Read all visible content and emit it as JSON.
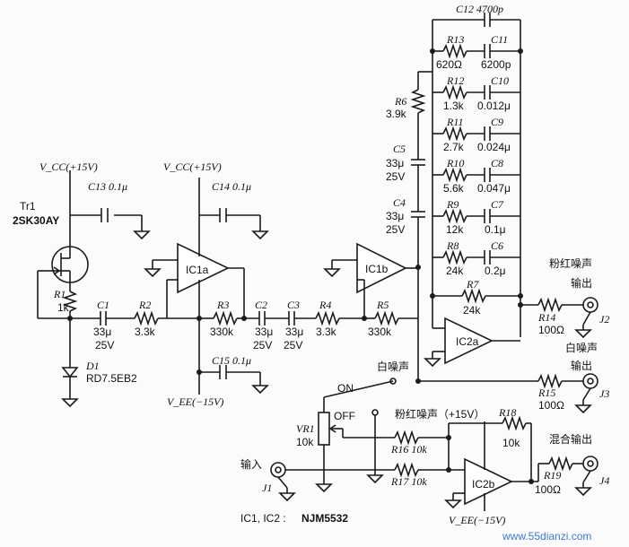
{
  "labels": {
    "vcc1": "V_CC(+15V)",
    "vcc2": "V_CC(+15V)",
    "vee": "V_EE(−15V)",
    "vee2": "V_EE(−15V)",
    "tr1": "Tr1",
    "tr1_part": "2SK30AY",
    "r1": "R1",
    "r1_val": "1k",
    "c1": "C1",
    "c1_val1": "33μ",
    "c1_val2": "25V",
    "r2": "R2",
    "r2_val": "3.3k",
    "r3": "R3",
    "r3_val": "330k",
    "c2": "C2",
    "c2_val1": "33μ",
    "c2_val2": "25V",
    "c3": "C3",
    "c3_val1": "33μ",
    "c3_val2": "25V",
    "r4": "R4",
    "r4_val": "3.3k",
    "r5": "R5",
    "r5_val": "330k",
    "d1": "D1",
    "d1_part": "RD7.5EB2",
    "c13": "C13 0.1μ",
    "c14": "C14 0.1μ",
    "c15": "C15 0.1μ",
    "ic1a": "IC1a",
    "ic1b": "IC1b",
    "ic2a": "IC2a",
    "ic2b": "IC2b",
    "r6": "R6",
    "r6_val": "3.9k",
    "c5": "C5",
    "c5_val1": "33μ",
    "c5_val2": "25V",
    "c4": "C4",
    "c4_val1": "33μ",
    "c4_val2": "25V",
    "c12": "C12 4700p",
    "r13": "R13",
    "r13_val": "620Ω",
    "c11": "C11",
    "c11_val": "6200p",
    "r12": "R12",
    "r12_val": "1.3k",
    "c10": "C10",
    "c10_val": "0.012μ",
    "r11": "R11",
    "r11_val": "2.7k",
    "c9": "C9",
    "c9_val": "0.024μ",
    "r10": "R10",
    "r10_val": "5.6k",
    "c8": "C8",
    "c8_val": "0.047μ",
    "r9": "R9",
    "r9_val": "12k",
    "c7": "C7",
    "c7_val": "0.1μ",
    "r8": "R8",
    "r8_val": "24k",
    "c6": "C6",
    "c6_val": "0.2μ",
    "r7": "R7",
    "r7_val": "24k",
    "pink_out1": "粉红噪声",
    "pink_out2": "输出",
    "r14": "R14",
    "r14_val": "100Ω",
    "j2": "J2",
    "white_out1": "白噪声",
    "white_out2": "输出",
    "r15": "R15",
    "r15_val": "100Ω",
    "j3": "J3",
    "white_noise": "白噪声",
    "on": "ON",
    "off": "OFF",
    "pink_plus": "粉红噪声（+15V）",
    "vr1": "VR1",
    "vr1_val": "10k",
    "r16": "R16 10k",
    "r17": "R17 10k",
    "r18": "R18",
    "r18_val": "10k",
    "mix_out": "混合输出",
    "r19": "R19",
    "r19_val": "100Ω",
    "j4": "J4",
    "input": "输入",
    "j1": "J1",
    "ic_note": "IC1, IC2 :",
    "ic_part": "NJM5532",
    "watermark": "www.55dianzi.com"
  }
}
